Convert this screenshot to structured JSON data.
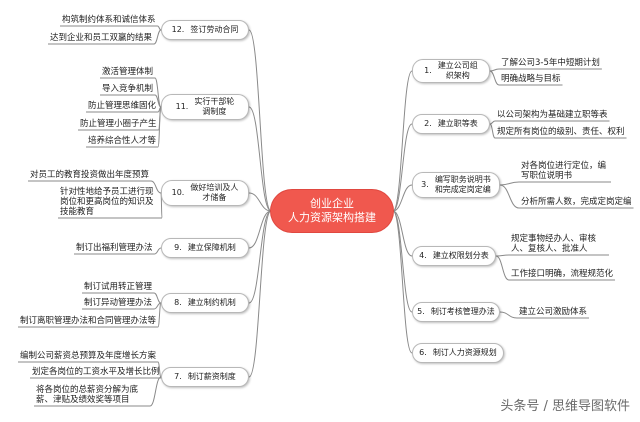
{
  "center": {
    "line1": "创业企业",
    "line2": "人力资源架构搭建"
  },
  "branches": [
    {
      "num": "1.",
      "label": "建立公司组织架构",
      "leaves": [
        "了解公司3-5年中短期计划",
        "明确战略与目标"
      ]
    },
    {
      "num": "2.",
      "label": "建立职等表",
      "leaves": [
        "以公司架构为基础建立职等表",
        "规定所有岗位的级别、责任、权利"
      ]
    },
    {
      "num": "3.",
      "label": "编写职务说明书和完成定岗定编",
      "leaves": [
        "对各岗位进行定位，编写职位说明书",
        "分析所需人数，完成定岗定编"
      ]
    },
    {
      "num": "4.",
      "label": "建立权限划分表",
      "leaves": [
        "规定事物经办人、审核人、复核人、批准人",
        "工作接口明确，流程规范化"
      ]
    },
    {
      "num": "5.",
      "label": "制订考核管理办法",
      "leaves": [
        "建立公司激励体系"
      ]
    },
    {
      "num": "6.",
      "label": "制订人力资源规划",
      "leaves": []
    },
    {
      "num": "7.",
      "label": "制订薪资制度",
      "leaves": [
        "编制公司薪资总预算及年度增长方案",
        "划定各岗位的工资水平及增长比例",
        "将各岗位的总薪资分解为底薪、津贴及绩效奖等项目"
      ]
    },
    {
      "num": "8.",
      "label": "建立制约机制",
      "leaves": [
        "制订试用转正管理",
        "制订异动管理办法",
        "制订离职管理办法和合同管理办法等"
      ]
    },
    {
      "num": "9.",
      "label": "建立保障机制",
      "leaves": [
        "制订出福利管理办法"
      ]
    },
    {
      "num": "10.",
      "label": "做好培训及人才储备",
      "leaves": [
        "对员工的教育投资做出年度预算",
        "针对性地给予员工进行现岗位和更高岗位的知识及技能教育"
      ]
    },
    {
      "num": "11.",
      "label": "实行干部轮调制度",
      "leaves": [
        "激活管理体制",
        "导入竞争机制",
        "防止管理思维固化",
        "防止管理小圈子产生",
        "培养综合性人才等"
      ]
    },
    {
      "num": "12.",
      "label": "签订劳动合同",
      "leaves": [
        "构筑制约体系和诚信体系",
        "达到企业和员工双赢的结果"
      ]
    }
  ],
  "watermark": "头条号 / 思维导图软件",
  "colors": {
    "center": "#f0584e",
    "line": "#8a8a8a"
  }
}
